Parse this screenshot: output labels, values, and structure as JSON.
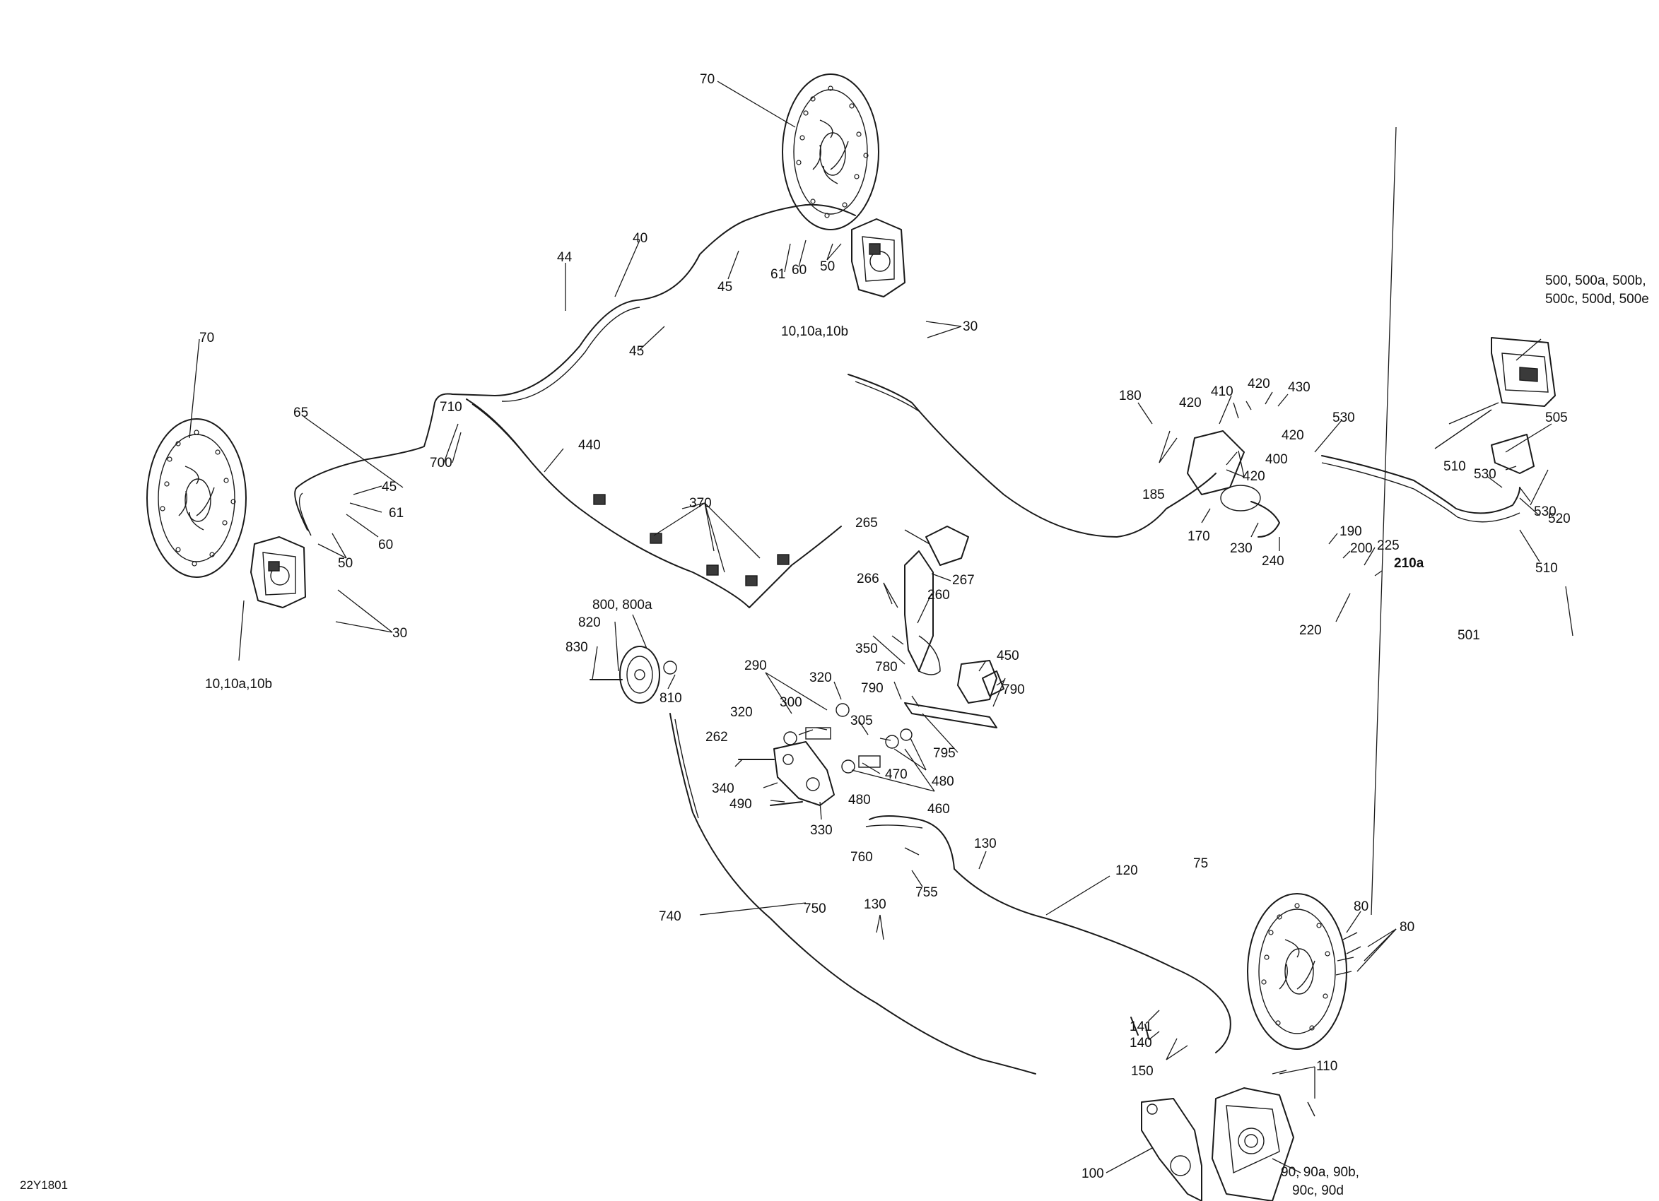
{
  "diagram_code": "22Y1801",
  "labels": {
    "l70_top": "70",
    "l70_left": "70",
    "l75": "75",
    "l40": "40",
    "l44": "44",
    "l45_a": "45",
    "l45_b": "45",
    "l45_c": "45",
    "l61_a": "61",
    "l60_a": "60",
    "l50_a": "50",
    "l61_b": "61",
    "l60_b": "60",
    "l50_b": "50",
    "l30_a": "30",
    "l30_b": "30",
    "l10_a": "10,10a,10b",
    "l10_b": "10,10a,10b",
    "l65": "65",
    "l710": "710",
    "l700": "700",
    "l440": "440",
    "l370": "370",
    "l265": "265",
    "l266": "266",
    "l267": "267",
    "l260": "260",
    "l350": "350",
    "l800": "800, 800a",
    "l820": "820",
    "l830": "830",
    "l810": "810",
    "l290": "290",
    "l320_a": "320",
    "l320_b": "320",
    "l300": "300",
    "l305": "305",
    "l262": "262",
    "l340": "340",
    "l470": "470",
    "l480_a": "480",
    "l480_b": "480",
    "l460": "460",
    "l490": "490",
    "l330": "330",
    "l780": "780",
    "l790_a": "790",
    "l790_b": "790",
    "l795": "795",
    "l450": "450",
    "l760": "760",
    "l755": "755",
    "l130_a": "130",
    "l130_b": "130",
    "l120": "120",
    "l740": "740",
    "l750": "750",
    "l141": "141",
    "l140": "140",
    "l150": "150",
    "l80_a": "80",
    "l80_b": "80",
    "l110": "110",
    "l100": "100",
    "l90_1": "90, 90a, 90b,",
    "l90_2": "90c, 90d",
    "l180": "180",
    "l185": "185",
    "l410": "410",
    "l420_a": "420",
    "l420_b": "420",
    "l420_c": "420",
    "l420_d": "420",
    "l430": "430",
    "l400": "400",
    "l170": "170",
    "l230": "230",
    "l240": "240",
    "l190": "190",
    "l200": "200",
    "l225": "225",
    "l210a": "210a",
    "l220": "220",
    "l530_a": "530",
    "l530_b": "530",
    "l530_c": "530",
    "l500_1": "500, 500a, 500b,",
    "l500_2": "500c, 500d, 500e",
    "l505": "505",
    "l510_a": "510",
    "l510_b": "510",
    "l520": "520",
    "l501": "501"
  }
}
